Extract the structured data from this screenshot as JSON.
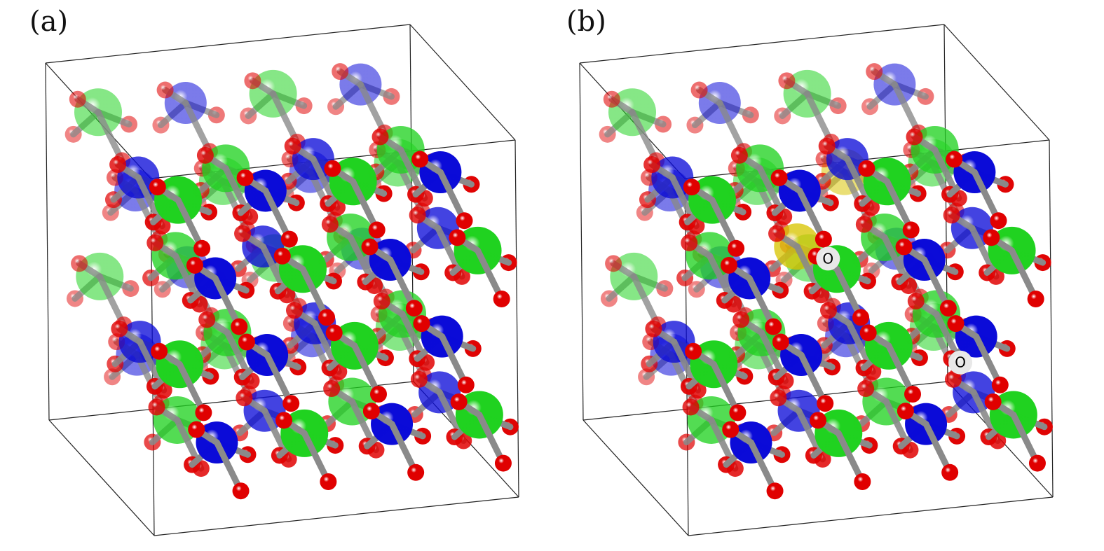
{
  "panels": [
    {
      "label": "(a)",
      "type": "pristine"
    },
    {
      "label": "(b)",
      "type": "doped-with-vacancies"
    }
  ],
  "vacancy_label": "O",
  "colors": {
    "metal_a": "#1fd21f",
    "metal_b": "#0a0ad8",
    "oxygen": "#e00000",
    "dopant": "#d8c400",
    "vacancy": "#e8e8e8",
    "bond": "#8a8a8a",
    "cell": "#222222"
  }
}
